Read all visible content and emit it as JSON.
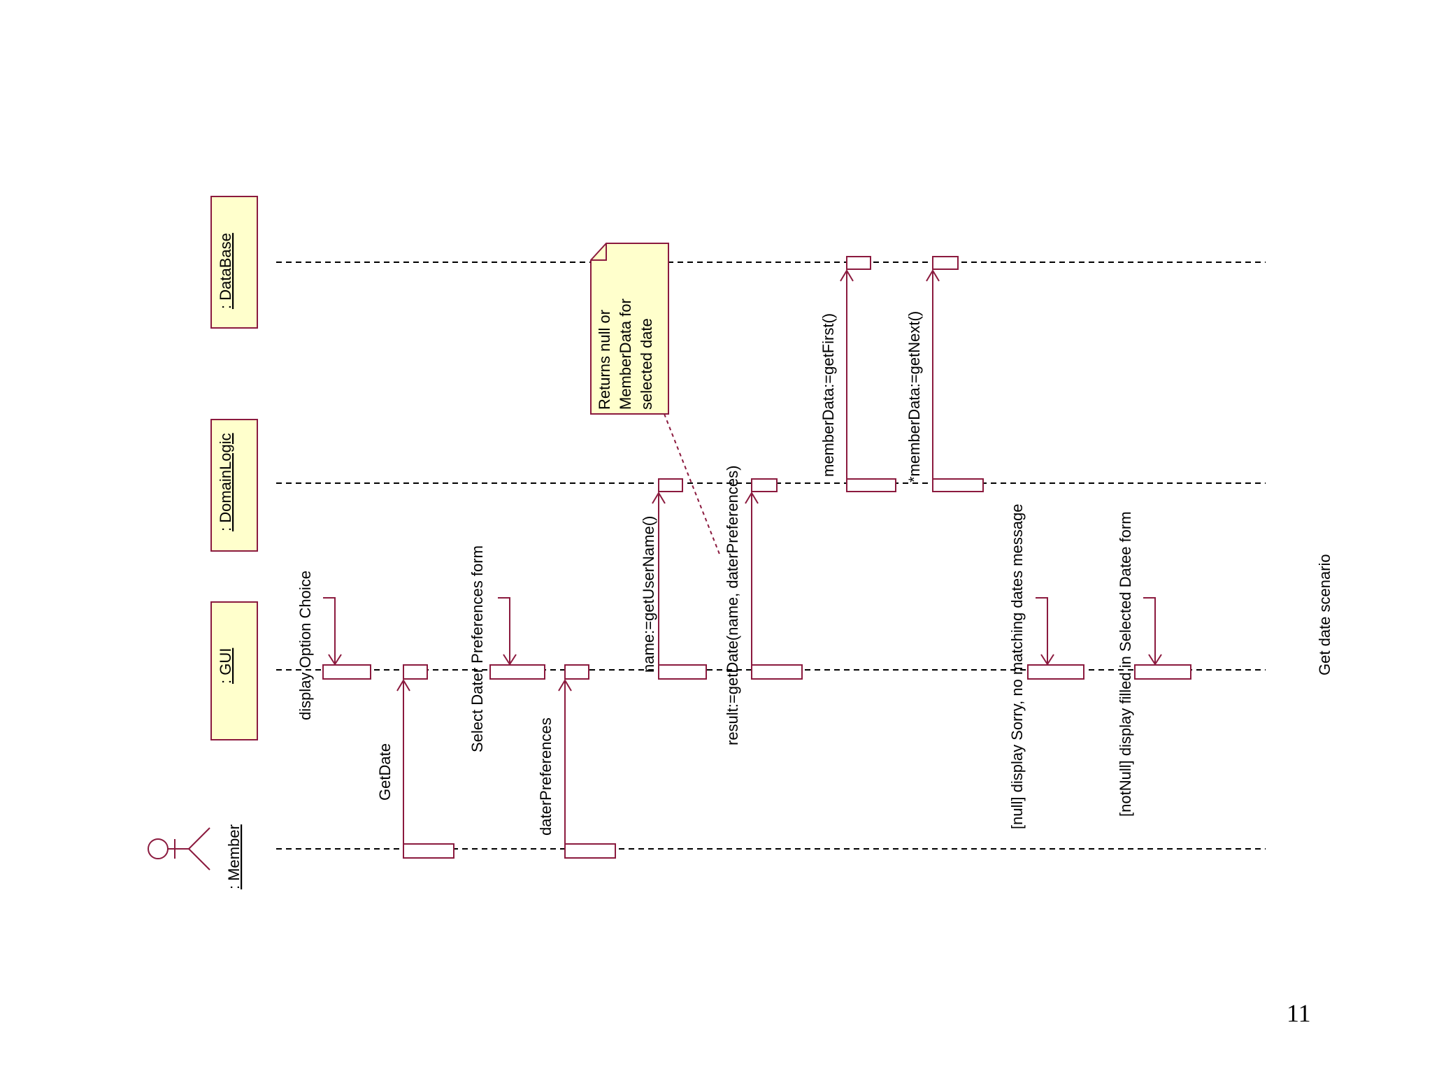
{
  "objects": {
    "member": ": Member",
    "gui": ": GUI",
    "domain_logic": ": DomainLogic",
    "database": ": DataBase"
  },
  "messages": {
    "m1": "display  Option Choice",
    "m2": "GetDate",
    "m3": "Select Dater Preferences form",
    "m4": "daterPreferences",
    "m5": "name:=getUserName()",
    "m6": "result:=getDate(name, daterPreferences)",
    "m7": "memberData:=getFirst()",
    "m8": "*memberData:=getNext()",
    "m9": "[null] display Sorry, no matching dates message",
    "m10": "[notNull] display filled in Selected Datee form"
  },
  "note": {
    "line1": "Returns null or",
    "line2": "MemberData for",
    "line3": "selected date"
  },
  "scenario_title": "Get date scenario",
  "page_number": "11",
  "colors": {
    "line": "#8b1a3e",
    "box_fill": "#ffffcc"
  }
}
